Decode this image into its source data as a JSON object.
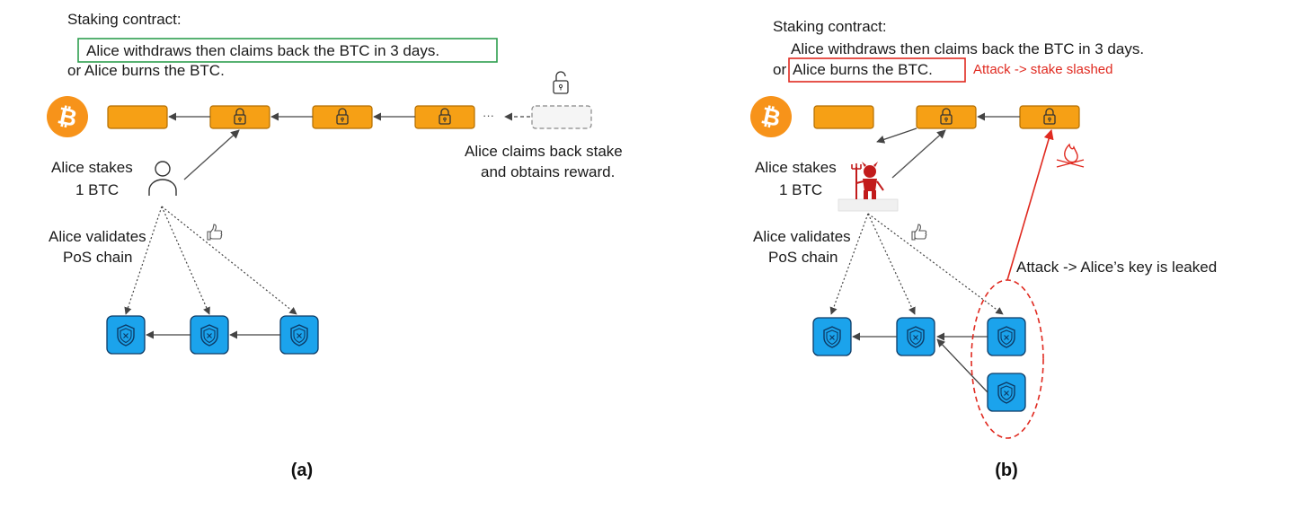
{
  "colors": {
    "btc_orange": "#f7931a",
    "block_orange": "#f6a015",
    "pos_blue": "#1ba3ec",
    "highlight_green": "#2e9e4f",
    "attack_red": "#e02a20"
  },
  "panel_a": {
    "caption": "(a)",
    "contract_title": "Staking contract:",
    "contract_line1": "Alice withdraws then claims back the BTC in 3 days.",
    "contract_line2": "or Alice burns the BTC.",
    "ellipsis": "···",
    "claim_line1": "Alice claims back stake",
    "claim_line2": "and obtains reward.",
    "stakes_line1": "Alice stakes",
    "stakes_line2": "1 BTC",
    "validates_line1": "Alice validates",
    "validates_line2": "PoS chain"
  },
  "panel_b": {
    "caption": "(b)",
    "contract_title": "Staking contract:",
    "contract_line1": "Alice withdraws then claims back the BTC in 3 days.",
    "contract_line2_prefix": "or",
    "contract_line2_box": "Alice burns the BTC.",
    "slashed_note": "Attack -> stake slashed",
    "stakes_line1": "Alice stakes",
    "stakes_line2": "1 BTC",
    "validates_line1": "Alice validates",
    "validates_line2": "PoS chain",
    "leak_note": "Attack -> Alice’s key is leaked"
  },
  "icons": {
    "bitcoin": "bitcoin-icon",
    "lock": "lock-icon",
    "unlock": "unlock-icon",
    "person": "person-icon",
    "devil": "devil-icon",
    "thumbs_up": "thumbs-up-icon",
    "shield": "shield-icon",
    "fire": "fire-icon"
  }
}
